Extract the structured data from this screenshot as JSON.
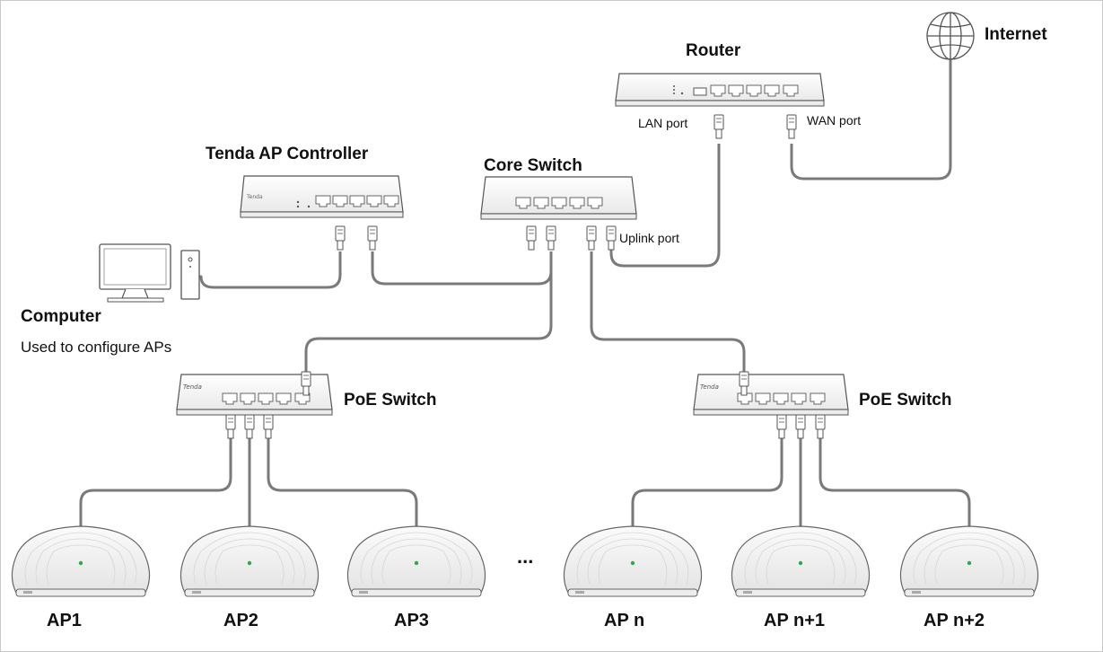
{
  "labels": {
    "internet": "Internet",
    "router": "Router",
    "lan_port": "LAN port",
    "wan_port": "WAN port",
    "ap_controller": "Tenda AP Controller",
    "core_switch": "Core Switch",
    "uplink_port": "Uplink port",
    "computer": "Computer",
    "computer_desc": "Used to configure APs",
    "poe_switch_left": "PoE Switch",
    "poe_switch_right": "PoE Switch",
    "ellipsis": "...",
    "brand_small": "Tenda",
    "aps": [
      "AP1",
      "AP2",
      "AP3",
      "AP n",
      "AP n+1",
      "AP n+2"
    ]
  },
  "colors": {
    "cable": "#7a7a7a",
    "device_stroke": "#555555",
    "led": "#2ea84a"
  }
}
